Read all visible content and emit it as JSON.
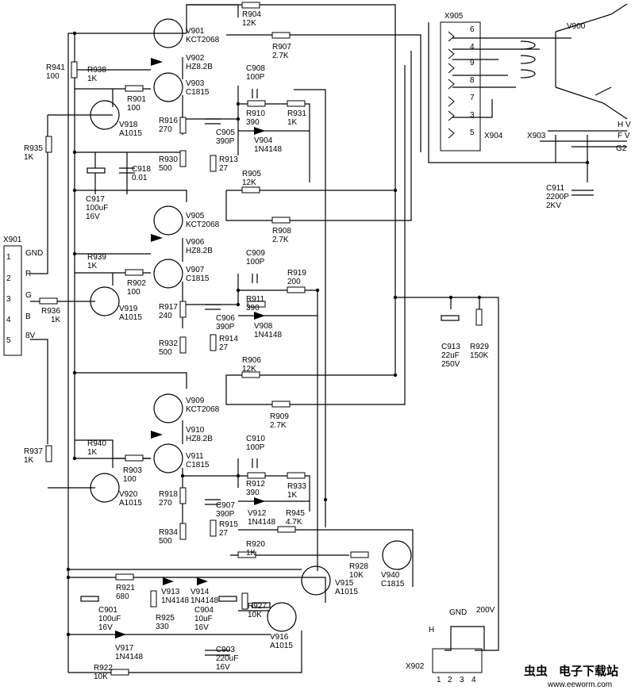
{
  "parts": {
    "r904": [
      "R904",
      "12K"
    ],
    "r907": [
      "R907",
      "2.7K"
    ],
    "v900": [
      "V900"
    ],
    "x905": [
      "X905"
    ],
    "v901": [
      "V901",
      "KCT2068"
    ],
    "v902": [
      "V902",
      "HZ8.2B"
    ],
    "v903": [
      "V903",
      "C1815"
    ],
    "r941": [
      "R941",
      "100"
    ],
    "r938": [
      "R938",
      "1K"
    ],
    "r901": [
      "R901",
      "100"
    ],
    "c908": [
      "C908",
      "100P"
    ],
    "r910": [
      "R910",
      "390"
    ],
    "r931": [
      "R931",
      "1K"
    ],
    "v918": [
      "V918",
      "A1015"
    ],
    "r916": [
      "R916",
      "270"
    ],
    "c905": [
      "C905",
      "390P"
    ],
    "v904": [
      "V904",
      "1N4148"
    ],
    "r930": [
      "R930",
      "500"
    ],
    "r913": [
      "R913",
      "27"
    ],
    "r935": [
      "R935",
      "1K"
    ],
    "c918": [
      "C918",
      "0.01"
    ],
    "c917": [
      "C917",
      "100uF",
      "16V"
    ],
    "x904": [
      "X904"
    ],
    "x903": [
      "X903"
    ],
    "c911": [
      "C911",
      "2200P",
      "2KV"
    ],
    "r905": [
      "R905",
      "12K"
    ],
    "v905": [
      "V905",
      "KCT2068"
    ],
    "r908": [
      "R908",
      "2.7K"
    ],
    "v906": [
      "V906",
      "HZ8.2B"
    ],
    "r939": [
      "R939",
      "1K"
    ],
    "c909": [
      "C909",
      "100P"
    ],
    "r902": [
      "R902",
      "100"
    ],
    "v907": [
      "V907",
      "C1815"
    ],
    "r919": [
      "R919",
      "200"
    ],
    "v919": [
      "V919",
      "A1015"
    ],
    "r911": [
      "R911",
      "390"
    ],
    "r917": [
      "R917",
      "240"
    ],
    "c906": [
      "C906",
      "390P"
    ],
    "v908": [
      "V908",
      "1N4148"
    ],
    "r936": [
      "R936",
      "1K"
    ],
    "r914": [
      "R914",
      "27"
    ],
    "r932": [
      "R932",
      "500"
    ],
    "c913": [
      "C913",
      "22uF",
      "250V"
    ],
    "r929": [
      "R929",
      "150K"
    ],
    "r906": [
      "R906",
      "12K"
    ],
    "v909": [
      "V909",
      "KCT2068"
    ],
    "r909": [
      "R909",
      "2.7K"
    ],
    "v910": [
      "V910",
      "HZ8.2B"
    ],
    "r937": [
      "R937",
      "1K"
    ],
    "r940": [
      "R940",
      "1K"
    ],
    "v911": [
      "V911",
      "C1815"
    ],
    "c910": [
      "C910",
      "100P"
    ],
    "r903": [
      "R903",
      "100"
    ],
    "r912": [
      "R912",
      "390"
    ],
    "r933": [
      "R933",
      "1K"
    ],
    "v920": [
      "V920",
      "A1015"
    ],
    "r918": [
      "R918",
      "270"
    ],
    "c907": [
      "C907",
      "390P"
    ],
    "v912": [
      "V912",
      "1N4148"
    ],
    "r945": [
      "R945",
      "4.7K"
    ],
    "r934": [
      "R934",
      "500"
    ],
    "r915": [
      "R915",
      "27"
    ],
    "r920": [
      "R920",
      "1K"
    ],
    "r928": [
      "R928",
      "10K"
    ],
    "v940": [
      "V940",
      "C1815"
    ],
    "v915": [
      "V915",
      "A1015"
    ],
    "r921": [
      "R921",
      "680"
    ],
    "v913": [
      "V913",
      "1N4148"
    ],
    "v914": [
      "V914",
      "1N4148"
    ],
    "c901": [
      "C901",
      "100uF",
      "16V"
    ],
    "r925": [
      "R925",
      "330"
    ],
    "c904": [
      "C904",
      "10uF",
      "16V"
    ],
    "r927": [
      "R927",
      "10K"
    ],
    "v916": [
      "V916",
      "A1015"
    ],
    "v917": [
      "V917",
      "1N4148"
    ],
    "c903": [
      "C903",
      "220uF",
      "16V"
    ],
    "r922": [
      "R922",
      "10K"
    ]
  },
  "connectors": {
    "x901": {
      "title": "X901",
      "pins": [
        "1",
        "2",
        "3",
        "4",
        "5"
      ],
      "signals": [
        "GND",
        "R",
        "G",
        "B",
        "8V"
      ]
    },
    "x905_pins": [
      "6",
      "4",
      "9",
      "8",
      "7",
      "3",
      "5"
    ],
    "crt_signals": [
      "H V",
      "F V",
      "G2"
    ],
    "x902": {
      "title": "X902",
      "pins": [
        "1",
        "2",
        "3",
        "4"
      ],
      "h_label": "H",
      "gnd_label": "GND",
      "v200_label": "200V"
    }
  },
  "logo": {
    "mark": "虫虫",
    "name": "电子下载站",
    "url": "www.eeworm.com",
    "mark_color": "#d60000"
  }
}
